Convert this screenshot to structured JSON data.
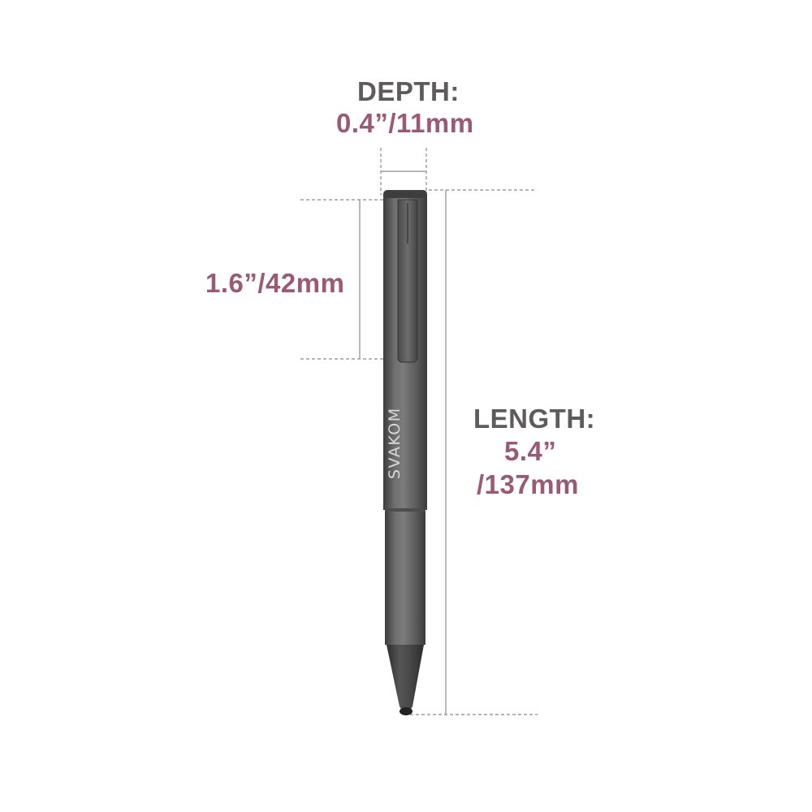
{
  "labels": {
    "depth_title": "DEPTH:",
    "depth_value": "0.4”/11mm",
    "clip_value": "1.6”/42mm",
    "length_title": "LENGTH:",
    "length_value_in": "5.4”",
    "length_value_mm": "/137mm"
  },
  "product": {
    "brand": "SVAKOM"
  },
  "colors": {
    "heading": "#5f5b5d",
    "value": "#9a5a76",
    "body": "#5a5a5a",
    "dimension_line": "#8a8a8a"
  }
}
